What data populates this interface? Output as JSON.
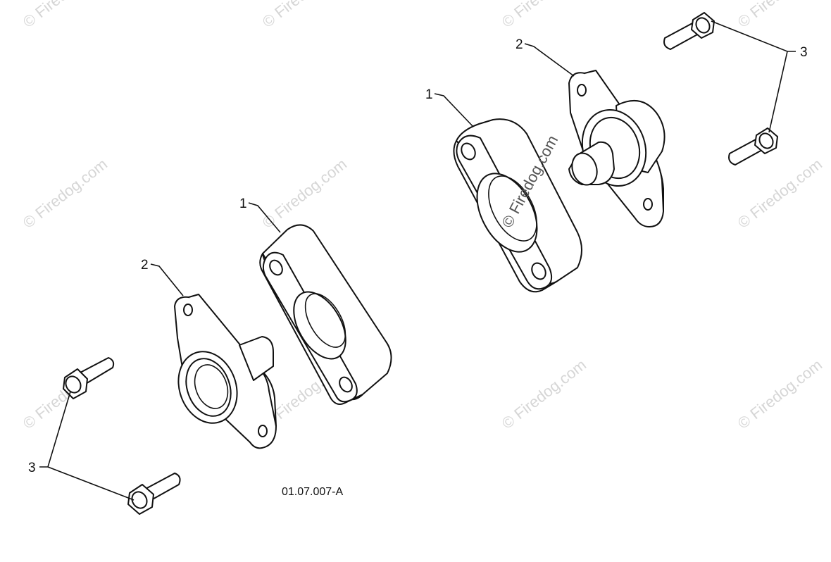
{
  "figure": {
    "code": "01.07.007-A",
    "callouts": {
      "spacer": "1",
      "bearing_flange": "2",
      "bolt": "3"
    }
  },
  "watermark": {
    "text": "© Firedog.com"
  },
  "colors": {
    "line": "#111111",
    "watermark": "#d6d6d6",
    "background": "#ffffff"
  }
}
